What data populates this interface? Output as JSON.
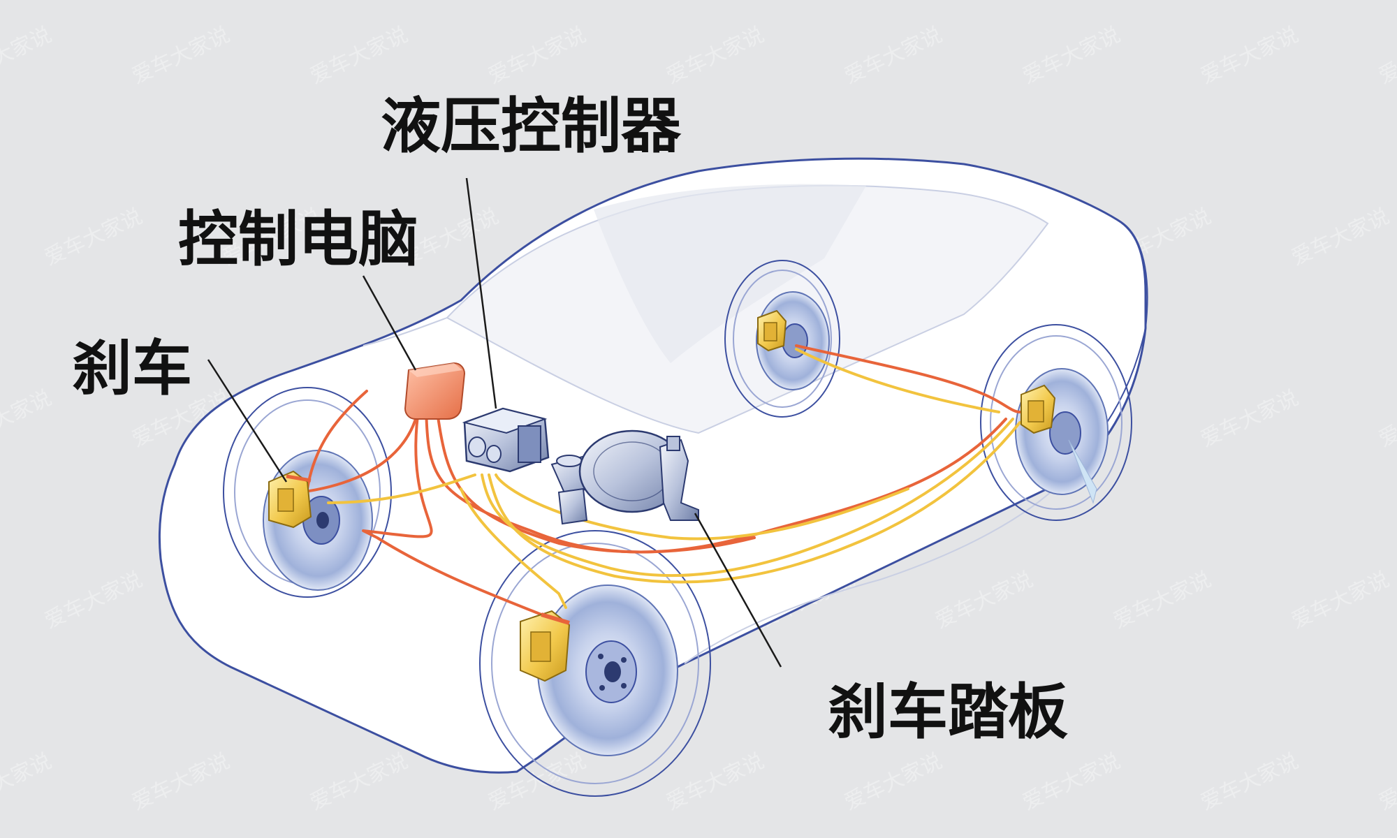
{
  "labels": {
    "hydraulic_controller": "液压控制器",
    "control_computer": "控制电脑",
    "brake": "刹车",
    "brake_pedal": "刹车踏板"
  },
  "watermark": "爱车大家说",
  "colors": {
    "background": "#e4e5e7",
    "car_outline": "#3c4fa0",
    "car_fill": "#ffffff",
    "brake_line_red": "#e8643a",
    "brake_line_yellow": "#f2c33e",
    "caliper": "#f2c94c",
    "disc": "#b9c6e4",
    "ecu": "#f08c6a",
    "leader_line": "#1a1a1a"
  }
}
